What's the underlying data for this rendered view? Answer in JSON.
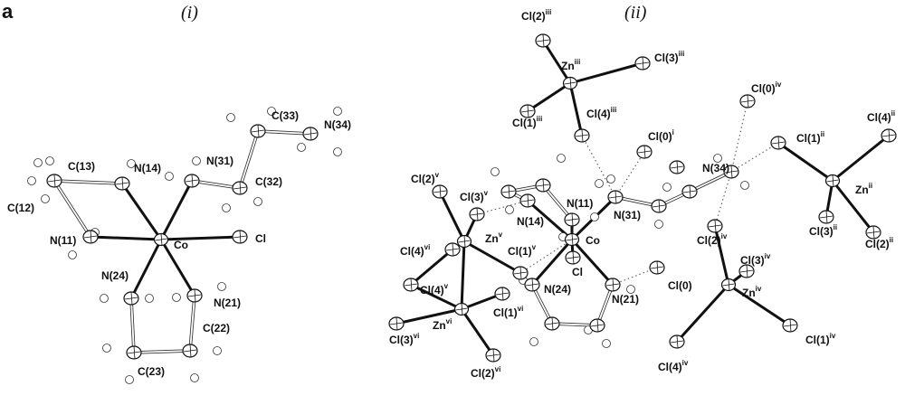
{
  "figure": {
    "panel_label": "a",
    "panel_i_title": "(i)",
    "panel_ii_title": "(ii)"
  },
  "panel_i": {
    "labels": [
      "C(13)",
      "N(14)",
      "N(31)",
      "C(32)",
      "C(33)",
      "N(34)",
      "C(12)",
      "N(11)",
      "Co",
      "Cl",
      "N(24)",
      "N(21)",
      "C(22)",
      "C(23)"
    ]
  },
  "panel_ii": {
    "labels": [
      {
        "base": "Cl(2)",
        "sup": "iii"
      },
      {
        "base": "Zn",
        "sup": "iii"
      },
      {
        "base": "Cl(3)",
        "sup": "iii"
      },
      {
        "base": "Cl(1)",
        "sup": "iii"
      },
      {
        "base": "Cl(4)",
        "sup": "iii"
      },
      {
        "base": "Cl(0)",
        "sup": "i"
      },
      {
        "base": "Cl(0)",
        "sup": "iv"
      },
      {
        "base": "N(34)",
        "sup": ""
      },
      {
        "base": "Cl(1)",
        "sup": "ii"
      },
      {
        "base": "Cl(4)",
        "sup": "ii"
      },
      {
        "base": "Zn",
        "sup": "ii"
      },
      {
        "base": "Cl(3)",
        "sup": "ii"
      },
      {
        "base": "Cl(2)",
        "sup": "ii"
      },
      {
        "base": "Cl(2)",
        "sup": "v"
      },
      {
        "base": "Cl(3)",
        "sup": "v"
      },
      {
        "base": "N(11)",
        "sup": ""
      },
      {
        "base": "N(14)",
        "sup": ""
      },
      {
        "base": "N(31)",
        "sup": ""
      },
      {
        "base": "Co",
        "sup": ""
      },
      {
        "base": "Zn",
        "sup": "v"
      },
      {
        "base": "Cl(4)",
        "sup": "vi"
      },
      {
        "base": "Cl(1)",
        "sup": "v"
      },
      {
        "base": "Cl",
        "sup": ""
      },
      {
        "base": "Cl(4)",
        "sup": "v"
      },
      {
        "base": "N(24)",
        "sup": ""
      },
      {
        "base": "N(21)",
        "sup": ""
      },
      {
        "base": "Cl(0)",
        "sup": ""
      },
      {
        "base": "Cl(2)",
        "sup": "iv"
      },
      {
        "base": "Cl(3)",
        "sup": "iv"
      },
      {
        "base": "Zn",
        "sup": "iv"
      },
      {
        "base": "Cl(1)",
        "sup": "vi"
      },
      {
        "base": "Cl(3)",
        "sup": "vi"
      },
      {
        "base": "Zn",
        "sup": "vi"
      },
      {
        "base": "Cl(1)",
        "sup": "iv"
      },
      {
        "base": "Cl(4)",
        "sup": "iv"
      },
      {
        "base": "Cl(2)",
        "sup": "vi"
      }
    ]
  }
}
